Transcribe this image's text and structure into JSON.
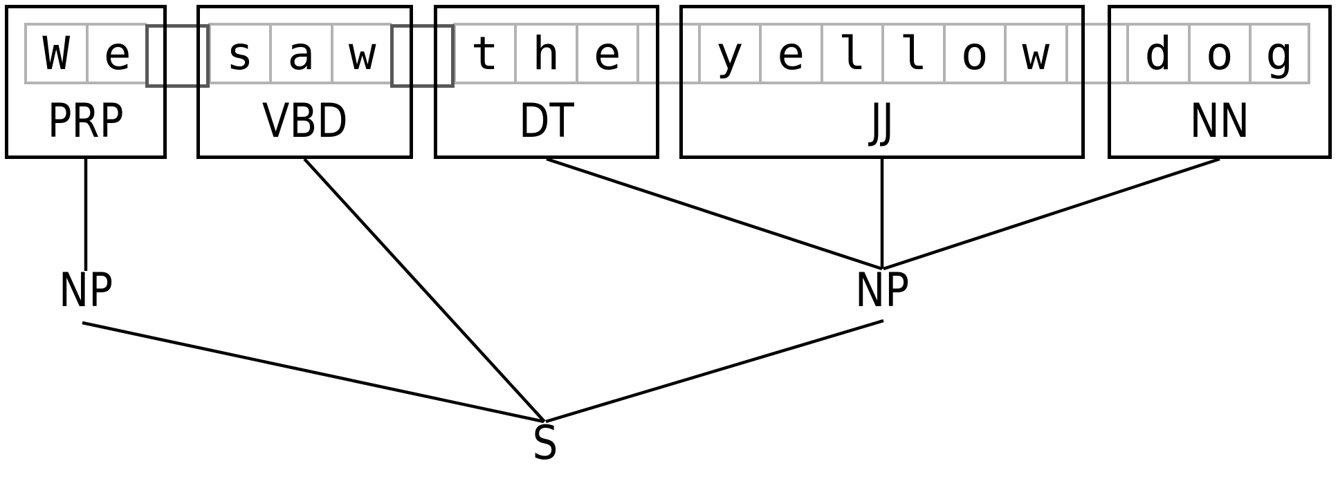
{
  "figure": {
    "description": "Chunk parse visualization: POS-tagged words of a sentence grouped into chunks with a flat parse tree",
    "sentence": "We saw the yellow dog"
  },
  "chars": [
    "W",
    "e",
    " ",
    "s",
    "a",
    "w",
    " ",
    "t",
    "h",
    "e",
    " ",
    "y",
    "e",
    "l",
    "l",
    "o",
    "w",
    " ",
    "d",
    "o",
    "g"
  ],
  "tokens": [
    {
      "word": "We",
      "tag": "PRP"
    },
    {
      "word": "saw",
      "tag": "VBD"
    },
    {
      "word": "the",
      "tag": "DT"
    },
    {
      "word": "yellow",
      "tag": "JJ"
    },
    {
      "word": "dog",
      "tag": "NN"
    }
  ],
  "tree": {
    "root_label": "S",
    "phrases": [
      {
        "label": "NP",
        "children": [
          "PRP"
        ]
      },
      {
        "label": "NP",
        "children": [
          "DT",
          "JJ",
          "NN"
        ]
      }
    ]
  },
  "colors": {
    "background": "#ffffff",
    "text": "#000000",
    "box_border": "#000000",
    "cell_border": "#b3b3b3",
    "space_cell_border": "#58585a",
    "edge": "#000000"
  }
}
